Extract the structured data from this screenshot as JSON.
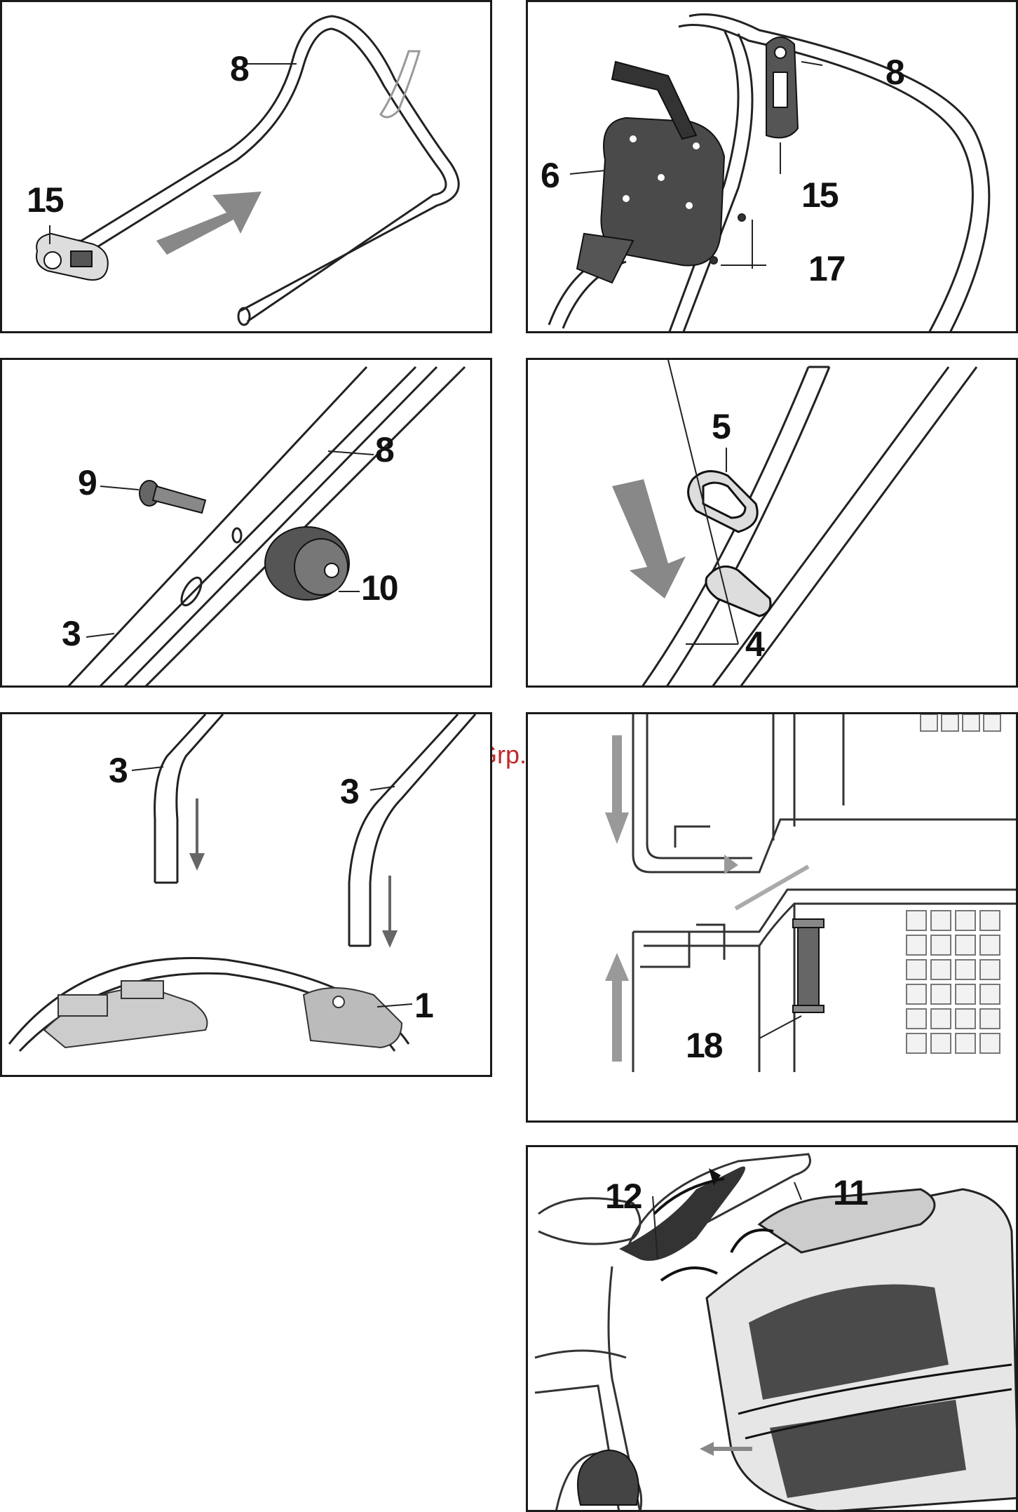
{
  "watermark": "McGrp.Ru",
  "panels": [
    {
      "name": "handle-clip-panel",
      "labels": {
        "a": "8",
        "b": "15"
      }
    },
    {
      "name": "switch-box-panel",
      "labels": {
        "a": "6",
        "b": "8",
        "c": "15",
        "d": "17"
      }
    },
    {
      "name": "bolt-knob-panel",
      "labels": {
        "a": "9",
        "b": "8",
        "c": "10",
        "d": "3"
      }
    },
    {
      "name": "cable-clip-panel",
      "labels": {
        "a": "5",
        "b": "4"
      }
    },
    {
      "name": "lower-handle-panel",
      "labels": {
        "a": "3",
        "b": "3",
        "c": "1"
      }
    },
    {
      "name": "housing-connector-panel",
      "labels": {
        "a": "18"
      }
    },
    {
      "name": "grass-catcher-panel",
      "labels": {
        "a": "12",
        "b": "11"
      }
    }
  ]
}
